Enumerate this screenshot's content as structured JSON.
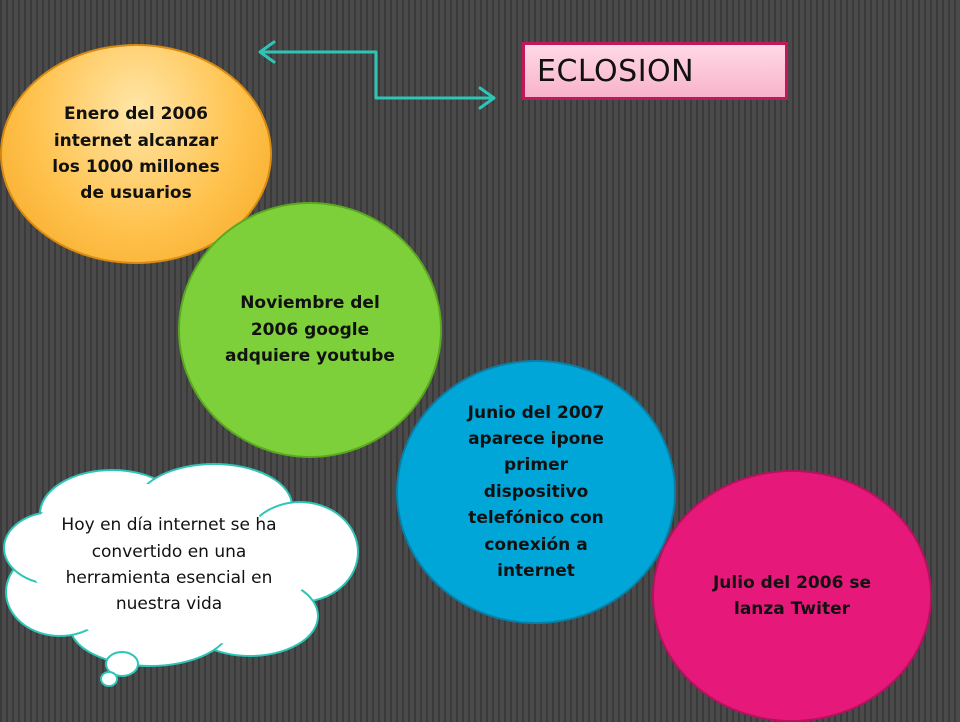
{
  "title": "ECLOSION",
  "events": {
    "orange": "Enero del 2006 internet alcanzar los 1000 millones de usuarios",
    "green": "Noviembre del 2006 google adquiere youtube",
    "blue": "Junio del 2007 aparece ipone primer dispositivo telefónico con conexión a internet",
    "pink": "Julio del 2006  se lanza Twiter"
  },
  "callout": "Hoy en día internet se ha convertido en una herramienta esencial en nuestra vida",
  "colors": {
    "background": "#4a4a4a",
    "title_fill": "#f8b3cb",
    "title_border": "#c2185b",
    "orange": "#ffc24d",
    "green": "#7ed03a",
    "blue": "#00a6d8",
    "pink": "#e6197a",
    "connector": "#2ec4b6"
  },
  "icons": {
    "connector": "double-arrow-connector-icon",
    "callout": "thought-cloud-icon"
  }
}
